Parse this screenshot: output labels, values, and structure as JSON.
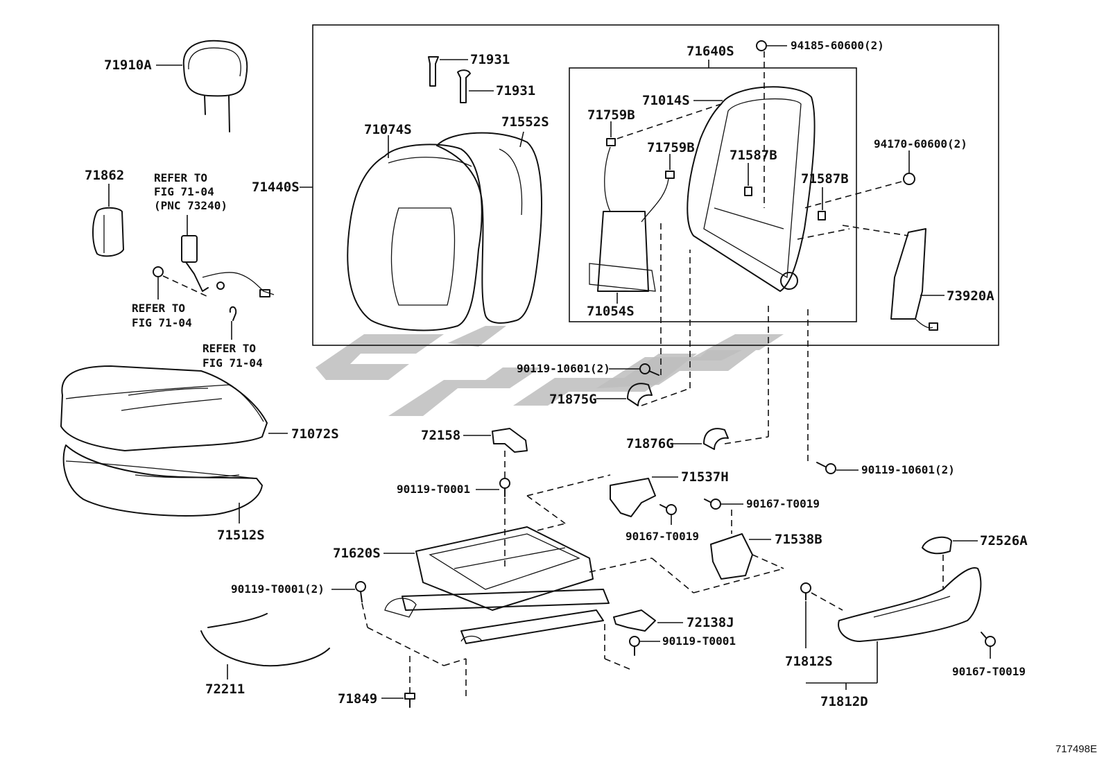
{
  "document_id": "717498E",
  "part_labels": {
    "p71910A": "71910A",
    "p71862": "71862",
    "p71440S": "71440S",
    "p71931a": "71931",
    "p71931b": "71931",
    "p71074S": "71074S",
    "p71552S": "71552S",
    "p71640S": "71640S",
    "p94185": "94185-60600(2)",
    "p71014S": "71014S",
    "p71759Ba": "71759B",
    "p71759Bb": "71759B",
    "p71587Ba": "71587B",
    "p71587Bb": "71587B",
    "p94170": "94170-60600(2)",
    "p71054S": "71054S",
    "p73920A": "73920A",
    "p71072S": "71072S",
    "p71512S": "71512S",
    "p90119_10601a": "90119-10601(2)",
    "p71875G": "71875G",
    "p71876G": "71876G",
    "p72158": "72158",
    "p90119_10601b": "90119-10601(2)",
    "p90119_T0001a": "90119-T0001",
    "p71537H": "71537H",
    "p90167_T0019a": "90167-T0019",
    "p90167_T0019b": "90167-T0019",
    "p71538B": "71538B",
    "p72526A": "72526A",
    "p71620S": "71620S",
    "p90119_T0001b": "90119-T0001(2)",
    "p72138J": "72138J",
    "p90119_T0001c": "90119-T0001",
    "p71812S": "71812S",
    "p90167_T0019c": "90167-T0019",
    "p72211": "72211",
    "p71849": "71849",
    "p71812D": "71812D"
  },
  "refer_notes": {
    "belt": [
      "REFER TO",
      "FIG 71-04",
      "(PNC 73240)"
    ],
    "bolt": [
      "REFER TO",
      "FIG 71-04"
    ],
    "clip": [
      "REFER TO",
      "FIG 71-04"
    ]
  }
}
